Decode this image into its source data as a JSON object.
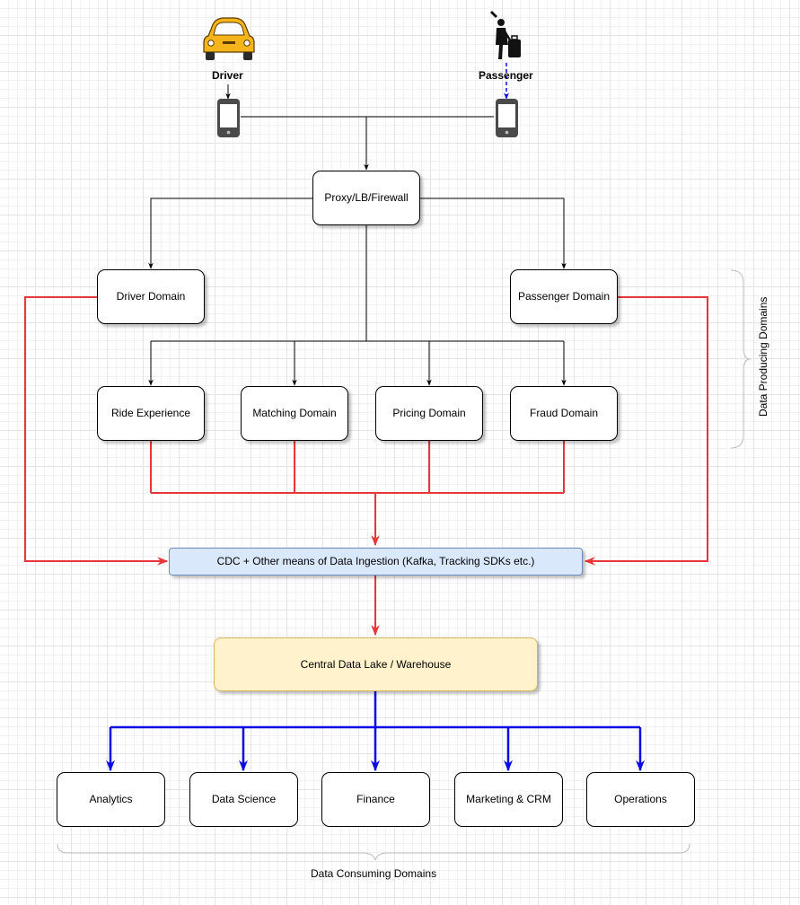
{
  "actors": {
    "driver": {
      "label": "Driver"
    },
    "passenger": {
      "label": "Passenger"
    }
  },
  "nodes": {
    "proxy": "Proxy/LB/Firewall",
    "driver_domain": "Driver Domain",
    "passenger_domain": "Passenger Domain",
    "ride_experience": "Ride Experience",
    "matching_domain": "Matching Domain",
    "pricing_domain": "Pricing Domain",
    "fraud_domain": "Fraud Domain",
    "cdc": "CDC + Other means of Data Ingestion (Kafka, Tracking SDKs etc.)",
    "lake": "Central Data Lake / Warehouse",
    "analytics": "Analytics",
    "data_science": "Data Science",
    "finance": "Finance",
    "marketing": "Marketing & CRM",
    "operations": "Operations"
  },
  "groups": {
    "producing": "Data Producing Domains",
    "consuming": "Data Consuming Domains"
  },
  "colors": {
    "black_wire": "#000000",
    "red_flow": "#e8363a",
    "blue_flow": "#0a0ae6",
    "car_body": "#f4b41a",
    "cdc_fill": "#dae8fc",
    "lake_fill": "#fff2cc"
  }
}
